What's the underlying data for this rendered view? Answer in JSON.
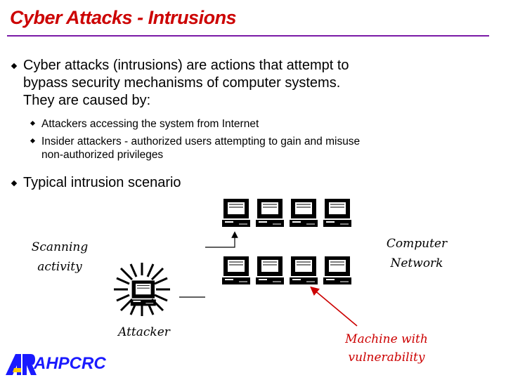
{
  "slide": {
    "title": "Cyber Attacks - Intrusions",
    "bullets": [
      {
        "text_lines": [
          "Cyber attacks (intrusions) are actions that attempt to",
          "bypass security mechanisms of computer systems.",
          "They are caused by:"
        ],
        "sub": [
          {
            "text_lines": [
              "Attackers accessing the system from Internet"
            ]
          },
          {
            "text_lines": [
              "Insider attackers - authorized users attempting to gain and misuse",
              "non-authorized privileges"
            ]
          }
        ]
      },
      {
        "text_lines": [
          "Typical intrusion scenario"
        ]
      }
    ]
  },
  "diagram": {
    "scanning_label_lines": [
      "Scanning",
      "activity"
    ],
    "network_label_lines": [
      "Computer",
      "Network"
    ],
    "attacker_label": "Attacker",
    "vulnerable_label_lines": [
      "Machine with",
      "vulnerability"
    ],
    "highlight_color": "#cc0000",
    "icons": [
      "computer-icon",
      "attacker-burst-icon",
      "arrow-icon"
    ]
  },
  "logo": {
    "text": "AHPCRC",
    "color": "#1a1aff"
  }
}
